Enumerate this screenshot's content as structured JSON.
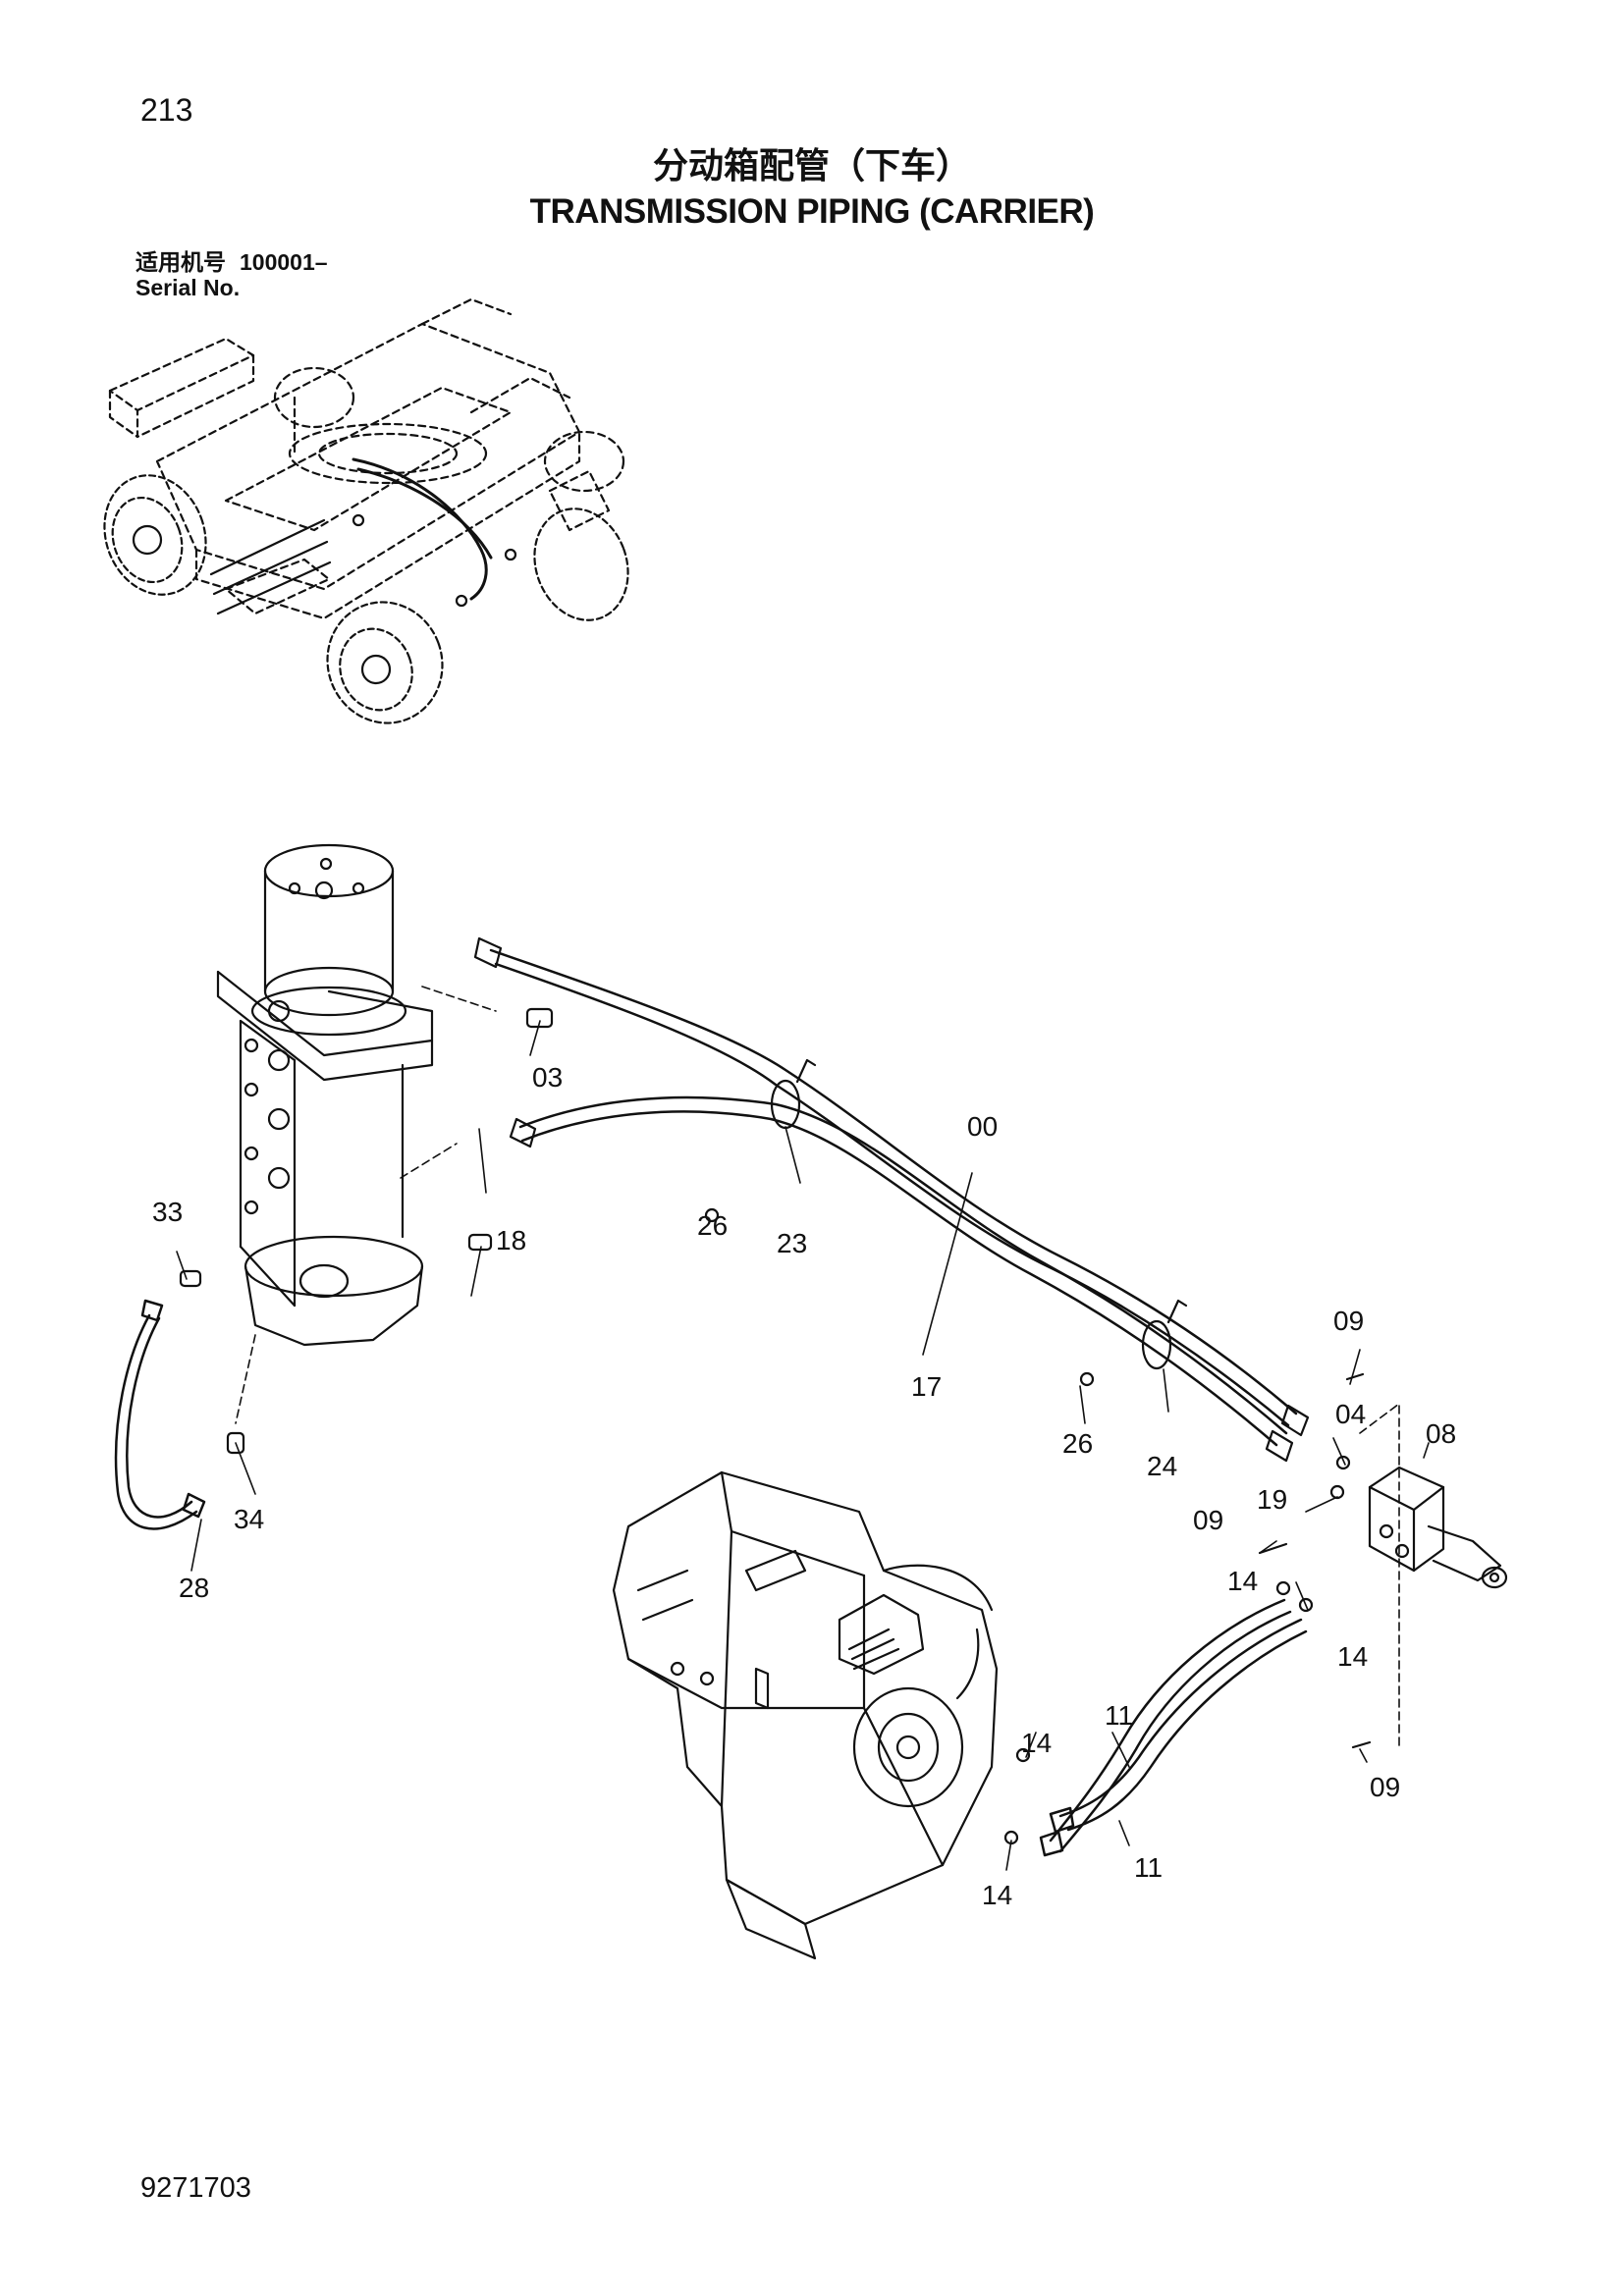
{
  "page_number": "213",
  "title_cn": "分动箱配管（下车）",
  "title_en": "TRANSMISSION PIPING (CARRIER)",
  "serial": {
    "label_cn": "适用机号",
    "number": "100001–",
    "label_en": "Serial No."
  },
  "callouts": [
    "03",
    "00",
    "18",
    "26",
    "23",
    "33",
    "17",
    "09",
    "04",
    "08",
    "26",
    "24",
    "19",
    "09",
    "34",
    "28",
    "14",
    "14",
    "11",
    "14",
    "11",
    "14",
    "09"
  ],
  "document_code": "9271703"
}
